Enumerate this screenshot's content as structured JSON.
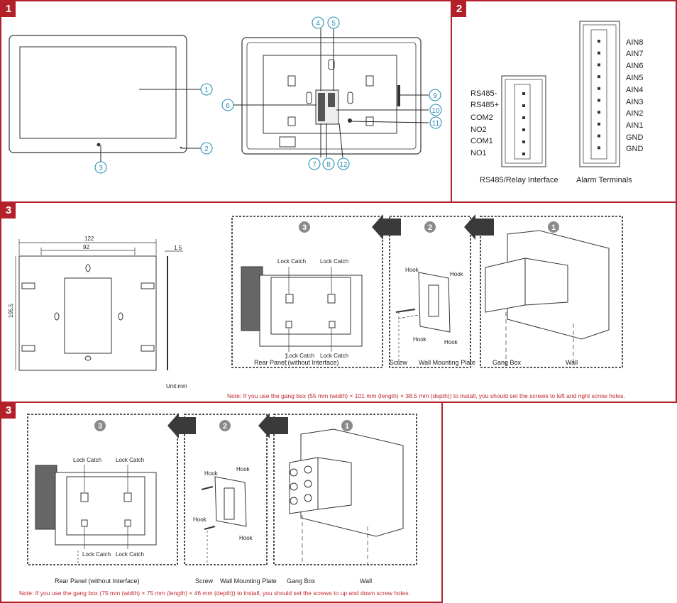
{
  "panels": {
    "p1": {
      "tag": "1"
    },
    "p2": {
      "tag": "2"
    },
    "p3a": {
      "tag": "3"
    },
    "p3b": {
      "tag": "3"
    }
  },
  "p1": {
    "callouts": [
      "1",
      "2",
      "3",
      "4",
      "5",
      "6",
      "7",
      "8",
      "9",
      "10",
      "11",
      "12"
    ]
  },
  "p2": {
    "rs485_pins": [
      "RS485-",
      "RS485+",
      "COM2",
      "NO2",
      "COM1",
      "NO1"
    ],
    "rs485_caption": "RS485/Relay Interface",
    "alarm_pins": [
      "AIN8",
      "AIN7",
      "AIN6",
      "AIN5",
      "AIN4",
      "AIN3",
      "AIN2",
      "AIN1",
      "GND",
      "GND"
    ],
    "alarm_caption": "Alarm Terminals"
  },
  "p3a": {
    "dim_width_outer": "122",
    "dim_width_inner": "92",
    "dim_height": "105.5",
    "dim_depth": "1.5",
    "unit": "Unit:mm",
    "steps": [
      "3",
      "2",
      "1"
    ],
    "lock_catch": "Lock Catch",
    "hook": "Hook",
    "cap_rear_panel": "Rear Panel (without Interface)",
    "cap_screw": "Screw",
    "cap_plate": "Wall Mounting Plate",
    "cap_gangbox": "Gang Box",
    "cap_wall": "Wall",
    "note": "Note:  If you use the gang box (55 mm (width) × 101 mm (length) × 38.5 mm (depth)) to install, you should set the screws to left and right screw holes."
  },
  "p3b": {
    "steps": [
      "3",
      "2",
      "1"
    ],
    "lock_catch": "Lock Catch",
    "hook": "Hook",
    "cap_rear_panel": "Rear Panel (without Interface)",
    "cap_screw": "Screw",
    "cap_plate": "Wall Mounting Plate",
    "cap_gangbox": "Gang Box",
    "cap_wall": "Wall",
    "note": "Note: If you use the gang box (75 mm (width) × 75 mm (length) × 46 mm (depth)) to install,  you should set the screws to up and down screw holes."
  },
  "colors": {
    "accent": "#b4202a",
    "callout": "#2b8fb3",
    "note": "#c1272d"
  }
}
